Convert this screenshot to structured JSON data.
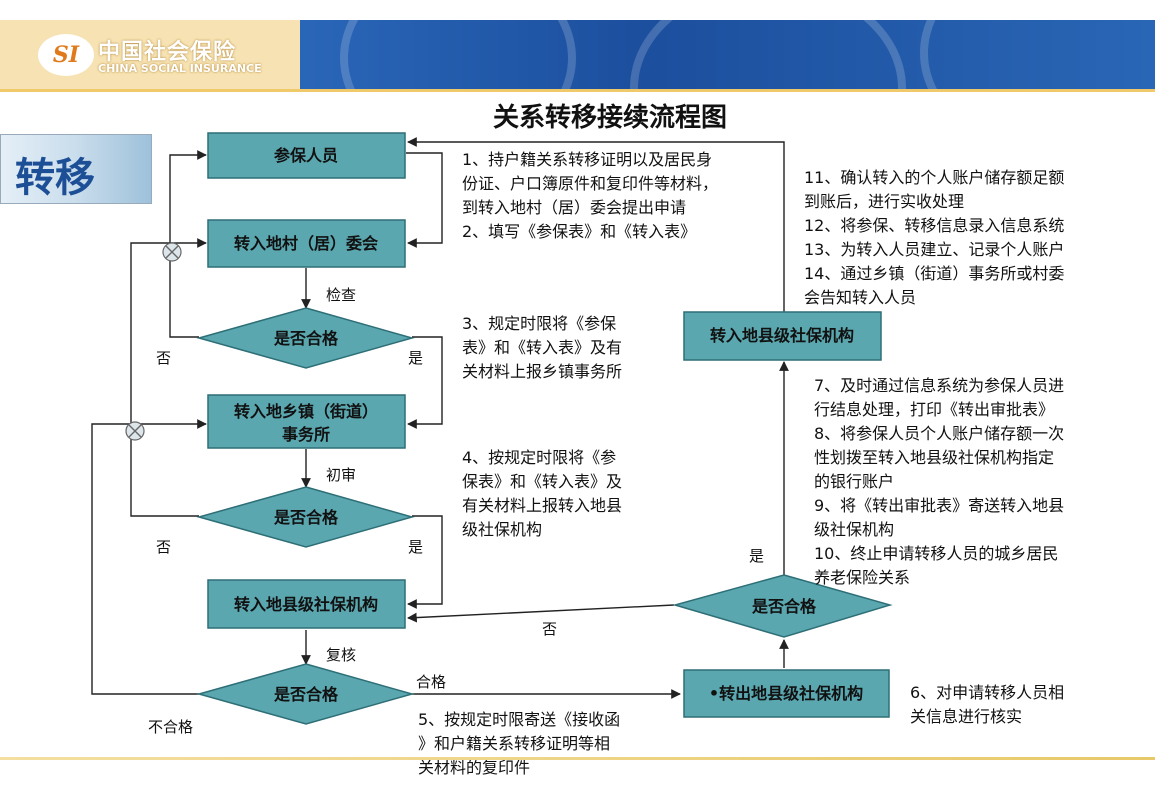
{
  "header": {
    "logo_mark": "SI",
    "brand_cn": "中国社会保险",
    "brand_en": "CHINA SOCIAL INSURANCE",
    "colors": {
      "gold": "#f6e2b2",
      "blue": "#1c4f9e"
    }
  },
  "side_tab": {
    "label": "转移"
  },
  "title": "关系转移接续流程图",
  "nodes": {
    "insured": "参保人员",
    "village": "转入地村（居）委会",
    "check1": "是否合格",
    "township_line1": "转入地乡镇（街道）",
    "township_line2": "事务所",
    "check2": "是否合格",
    "county_in_left": "转入地县级社保机构",
    "check3": "是否合格",
    "county_out": "•转出地县级社保机构",
    "check4": "是否合格",
    "county_in_right": "转入地县级社保机构"
  },
  "labels": {
    "inspect": "检查",
    "initial_review": "初审",
    "re_review": "复核",
    "no1": "否",
    "yes1": "是",
    "no2": "否",
    "yes2": "是",
    "fail": "不合格",
    "pass": "合格",
    "no3": "否",
    "yes3": "是"
  },
  "notes": {
    "step1_2": [
      "1、持户籍关系转移证明以及居民身",
      "份证、户口簿原件和复印件等材料，",
      "到转入地村（居）委会提出申请",
      "2、填写《参保表》和《转入表》"
    ],
    "step3": [
      "3、规定时限将《参保",
      "表》和《转入表》及有",
      "关材料上报乡镇事务所"
    ],
    "step4": [
      "4、按规定时限将《参",
      "保表》和《转入表》及",
      "有关材料上报转入地县",
      "级社保机构"
    ],
    "step5": [
      "5、按规定时限寄送《接收函",
      "》和户籍关系转移证明等相",
      "关材料的复印件"
    ],
    "step6": [
      "6、对申请转移人员相",
      "关信息进行核实"
    ],
    "step7_10": [
      "7、及时通过信息系统为参保人员进",
      "行结息处理，打印《转出审批表》",
      "8、将参保人员个人账户储存额一次",
      "性划拨至转入地县级社保机构指定",
      "的银行账户",
      "9、将《转出审批表》寄送转入地县",
      "级社保机构",
      "10、终止申请转移人员的城乡居民",
      "养老保险关系"
    ],
    "step11_14": [
      "11、确认转入的个人账户储存额足额",
      "到账后，进行实收处理",
      "12、将参保、转移信息录入信息系统",
      "13、为转入人员建立、记录个人账户",
      "14、通过乡镇（街道）事务所或村委",
      "会告知转入人员"
    ]
  },
  "colors": {
    "node_fill": "#5aa7b0",
    "node_border": "#2e6f77",
    "line": "#222222"
  }
}
